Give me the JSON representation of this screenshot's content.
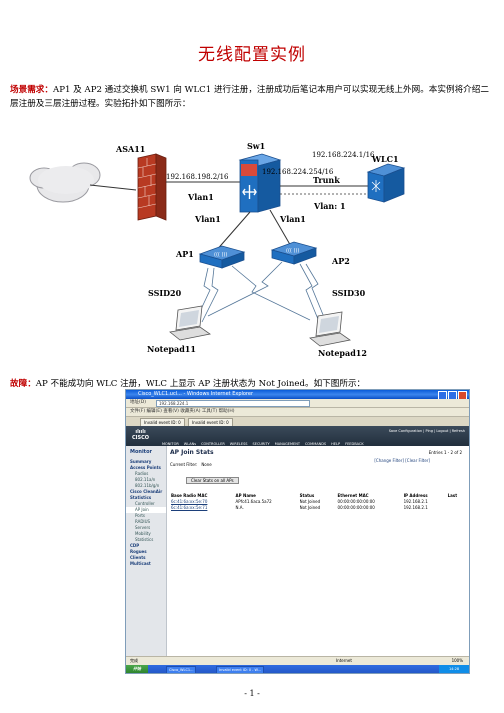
{
  "doc": {
    "title": "无线配置实例",
    "scene_label": "场景需求：",
    "scene_text": "AP1 及 AP2 通过交换机 SW1 向 WLC1 进行注册，注册成功后笔记本用户可以实现无线上外网。本实例将介绍二层注册及三层注册过程。实验拓扑如下图所示：",
    "fault_label": "故障：",
    "fault_text": "AP 不能成功向 WLC 注册，WLC 上显示 AP 注册状态为 Not Joined。如下图所示：",
    "page_number": "- 1 -"
  },
  "topology": {
    "asa_label": "ASA11",
    "asa_ip": "192.168.198.2/16",
    "sw_label": "Sw1",
    "sw_ip": "192.168.224.254/16",
    "wlc_ip": "192.168.224.1/16",
    "wlc_label": "WLC1",
    "trunk_label": "Trunk",
    "vlan_asa_link": "Vlan1",
    "vlan_trunk": "Vlan: 1",
    "vlan_ap1": "Vlan1",
    "vlan_ap2": "Vlan1",
    "ap1_label": "AP1",
    "ap2_label": "AP2",
    "ssid1": "SSID20",
    "ssid2": "SSID30",
    "notepad1": "Notepad11",
    "notepad2": "Notepad12"
  },
  "browser": {
    "window_title": "Cisco_WLC1.ucl... - Windows Internet Explorer",
    "address_label": "地址(D)",
    "address": "192.168.224.1",
    "menu": [
      "文件(F)",
      "编辑(E)",
      "查看(V)",
      "收藏夹(A)",
      "工具(T)",
      "帮助(H)"
    ],
    "tabs": [
      "Invalid event ID: 0",
      "Invalid event ID: 0"
    ],
    "cisco_logo": "CISCO",
    "top_links": "Save Configuration | Ping | Logout | Refresh",
    "nav": [
      "MONITOR",
      "WLANs",
      "CONTROLLER",
      "WIRELESS",
      "SECURITY",
      "MANAGEMENT",
      "COMMANDS",
      "HELP",
      "FEEDBACK"
    ],
    "sidebar": {
      "title": "Monitor",
      "items": [
        "Summary",
        "Access Points",
        "Radios",
        "802.11a/n",
        "802.11b/g/n",
        "Cisco CleanAir",
        "Statistics",
        "Controller",
        "AP Join",
        "Ports",
        "RADIUS Servers",
        "Mobility Statistics",
        "CDP",
        "Rogues",
        "Clients",
        "Multicast"
      ]
    },
    "page_heading": "AP Join Stats",
    "entries": "Entries 1 - 2 of 2",
    "filter_links": "[Change Filter] [Clear Filter]",
    "current_filter_label": "Current Filter:",
    "current_filter_value": "None",
    "clear_button": "Clear Stats on all APs",
    "columns": [
      "Base Radio MAC",
      "AP Name",
      "Status",
      "Ethernet MAC",
      "IP Address",
      "Last"
    ],
    "rows": [
      [
        "6c:41:6a:xx:5e:70",
        "APfc41.6aca.5a72",
        "Not Joined",
        "00:00:00:00:00:00",
        "192.168.2.1"
      ],
      [
        "6c:41:6a:xx:5e:71",
        "N.A.",
        "Not Joined",
        "00:00:00:00:00:00",
        "192.168.2.1"
      ]
    ],
    "status_bar": "完成",
    "internet_zone": "Internet",
    "zoom": "100%",
    "start_label": "开始",
    "tasks": [
      "Cisco_WLC1...",
      "Invalid event ID: 0 - W..."
    ],
    "clock": "14:28"
  },
  "colors": {
    "title_red": "#c00000",
    "firewall_red": "#c8402a",
    "switch_blue": "#1f6fc0",
    "cisco_dark": "#1f2c3a"
  }
}
